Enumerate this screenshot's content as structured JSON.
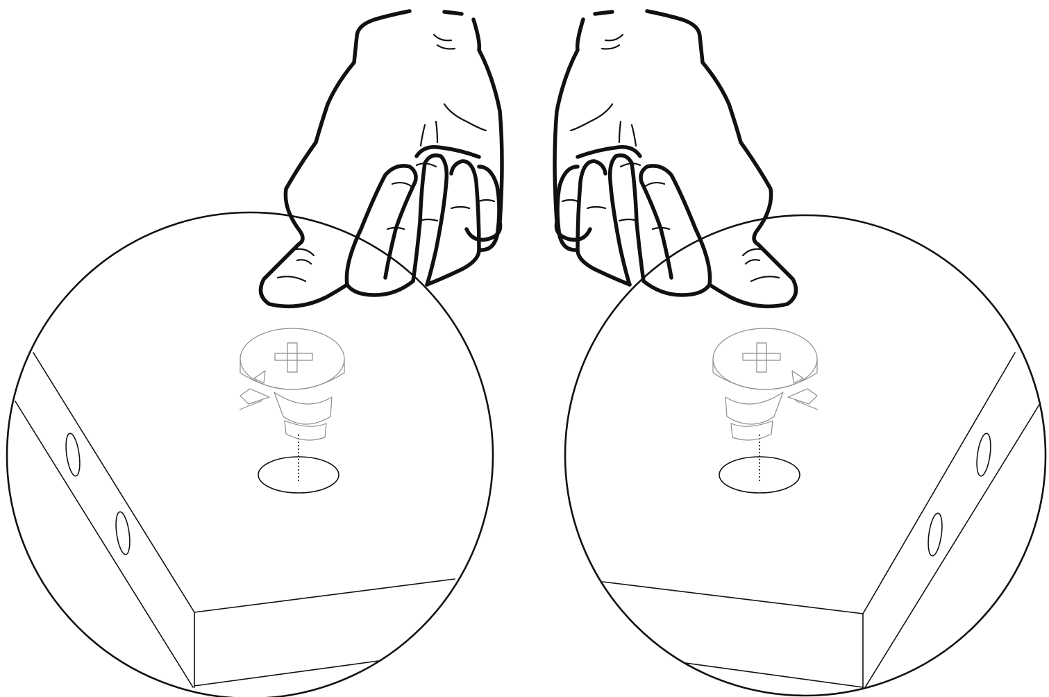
{
  "figure": {
    "description_visible_text": "",
    "panels": [
      {
        "id": "left",
        "parts": [
          "hand",
          "magnifier-circle",
          "board-panel",
          "cam-lock-fitting",
          "cam-bore-hole",
          "edge-holes"
        ]
      },
      {
        "id": "right",
        "parts": [
          "hand",
          "magnifier-circle",
          "board-panel",
          "cam-lock-fitting",
          "cam-bore-hole",
          "edge-holes"
        ]
      }
    ],
    "colors": {
      "line": "#111111",
      "fitting": "#8c8c8c",
      "background": "#ffffff"
    }
  }
}
